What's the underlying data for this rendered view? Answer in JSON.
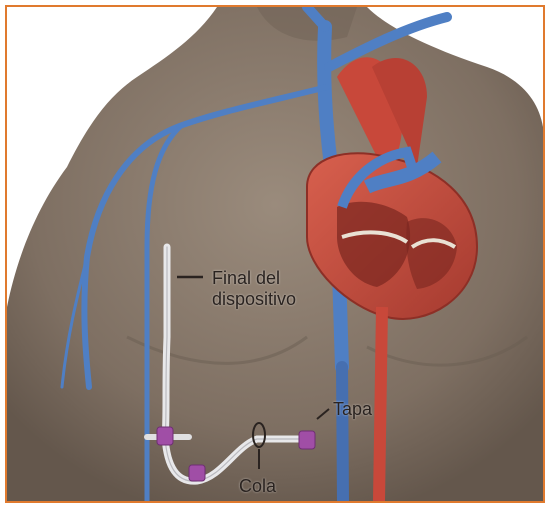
{
  "labels": {
    "end_line1": "Final del",
    "end_line2": "dispositivo",
    "tail": "Cola",
    "cap": "Tapa"
  },
  "colors": {
    "frame": "#e07a2e",
    "skin": "#8c7d6f",
    "vein": "#4f7fc4",
    "heart": "#c2483a",
    "catheter": "#e8e8ea",
    "cap": "#a04ea6"
  }
}
